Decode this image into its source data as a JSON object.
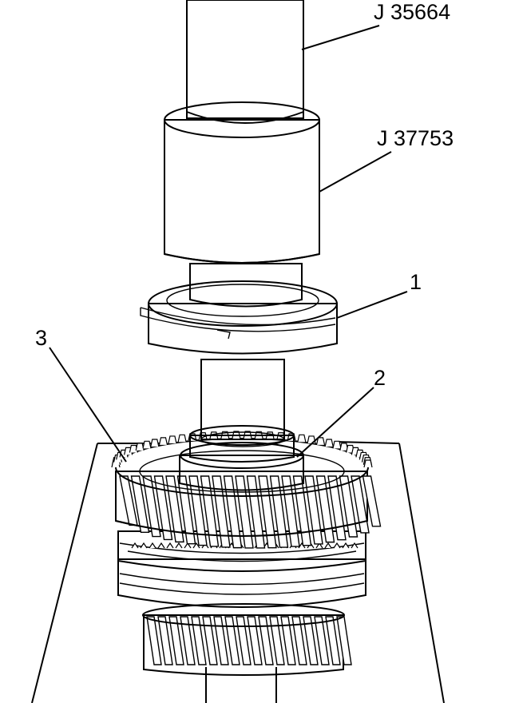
{
  "callouts": {
    "tool_1": "J 35664",
    "tool_2": "J 37753",
    "part_1": "1",
    "part_2": "2",
    "part_3": "3"
  },
  "colors": {
    "ink": "#000000",
    "paper": "#ffffff",
    "shade": "#b8b8b8"
  }
}
